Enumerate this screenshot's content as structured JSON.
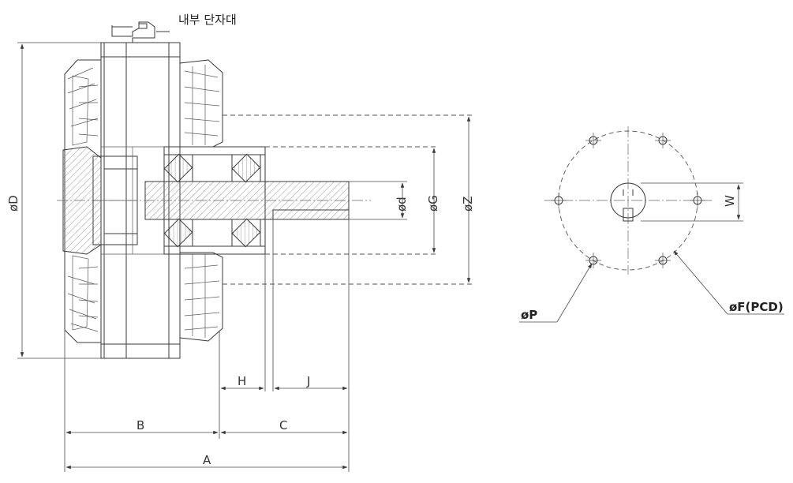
{
  "callouts": {
    "terminal": "내부 단자대",
    "phiD": "øD",
    "phid": "ød",
    "phiG": "øG",
    "phiZ": "øZ",
    "W": "W",
    "phiP": "øP",
    "phiF": "øF(PCD)"
  },
  "dimensions": {
    "A": "A",
    "B": "B",
    "C": "C",
    "H": "H",
    "J": "J"
  }
}
